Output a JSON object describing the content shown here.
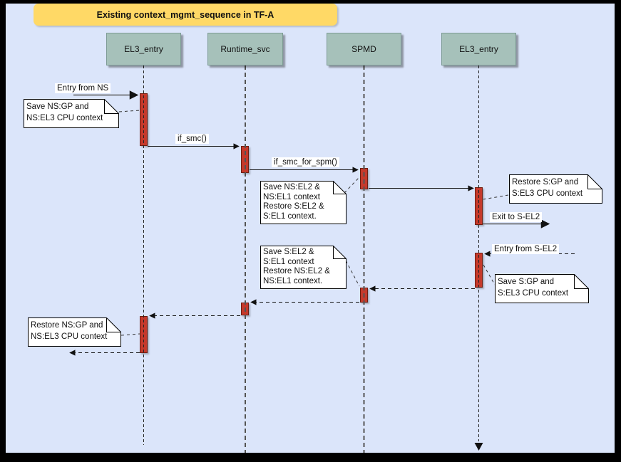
{
  "title": "Existing context_mgmt_sequence in TF-A",
  "actors": [
    {
      "label": "EL3_entry"
    },
    {
      "label": "Runtime_svc"
    },
    {
      "label": "SPMD"
    },
    {
      "label": "EL3_entry"
    }
  ],
  "messages": {
    "entry_from_ns": "Entry from NS",
    "if_smc": "if_smc()",
    "if_smc_for_spm": "if_smc_for_spm()",
    "exit_to_s_el2": "Exit to S-EL2",
    "entry_from_s_el2": "Entry from S-EL2"
  },
  "notes": [
    {
      "text": "Save NS:GP and\nNS:EL3 CPU context"
    },
    {
      "text": "Save NS:EL2 &\nNS:EL1 context\nRestore S:EL2 &\nS:EL1 context."
    },
    {
      "text": "Restore S:GP and\nS:EL3 CPU context"
    },
    {
      "text": "Save S:EL2 &\nS:EL1 context\nRestore NS:EL2 &\nNS:EL1 context."
    },
    {
      "text": "Save S:GP and\nS:EL3 CPU context"
    },
    {
      "text": "Restore NS:GP and\nNS:EL3 CPU context"
    }
  ],
  "theme": {
    "frame_bg": "#000000",
    "canvas_bg": "#dbe5fa",
    "banner_bg": "#ffd966",
    "actor_fill": "#a6c1ba",
    "actor_border": "#7d9b94",
    "activation_fill": "#c5392b",
    "activation_border": "#701d0f",
    "note_fill": "#ffffff",
    "line_color": "#1a1a1a"
  }
}
